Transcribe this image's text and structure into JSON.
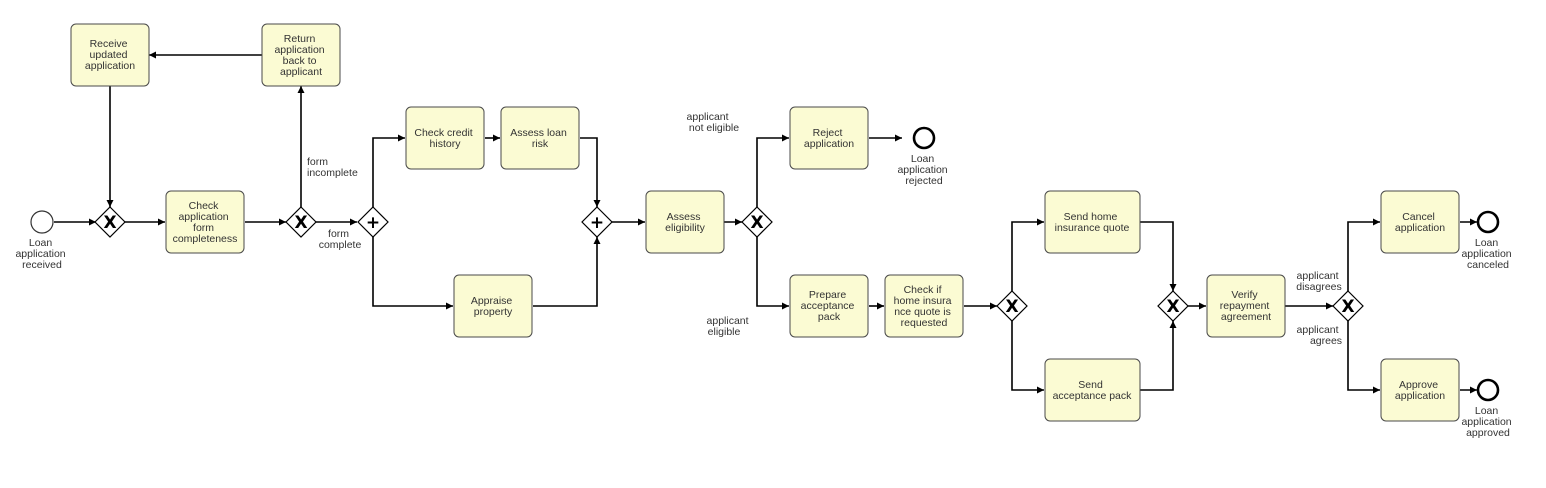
{
  "tasks": {
    "receive_updated": [
      "Receive",
      "updated",
      "application"
    ],
    "return_application": [
      "Return",
      "application",
      "back to",
      "applicant"
    ],
    "check_completeness": [
      "Check",
      "application",
      "form",
      "completeness"
    ],
    "check_credit": [
      "Check credit",
      "history"
    ],
    "assess_risk": [
      "Assess loan",
      "risk"
    ],
    "appraise_property": [
      "Appraise",
      "property"
    ],
    "assess_eligibility": [
      "Assess",
      "eligibility"
    ],
    "reject_application": [
      "Reject",
      "application"
    ],
    "prepare_pack": [
      "Prepare",
      "acceptance",
      "pack"
    ],
    "check_insurance": [
      "Check if",
      "home insura",
      "nce quote is",
      "requested"
    ],
    "send_insurance": [
      "Send home",
      "insurance quote"
    ],
    "send_pack": [
      "Send",
      "acceptance pack"
    ],
    "verify_repayment": [
      "Verify",
      "repayment",
      "agreement"
    ],
    "cancel_application": [
      "Cancel",
      "application"
    ],
    "approve_application": [
      "Approve",
      "application"
    ]
  },
  "events": {
    "start": [
      "Loan",
      "application",
      "received"
    ],
    "rejected": [
      "Loan",
      "application",
      "rejected"
    ],
    "canceled": [
      "Loan",
      "application",
      "canceled"
    ],
    "approved": [
      "Loan",
      "application",
      "approved"
    ]
  },
  "flow_labels": {
    "form_incomplete": [
      "form",
      "incomplete"
    ],
    "form_complete": [
      "form",
      "complete"
    ],
    "not_eligible": [
      "applicant",
      "not eligible"
    ],
    "eligible": [
      "applicant",
      "eligible"
    ],
    "disagrees": [
      "applicant",
      "disagrees"
    ],
    "agrees": [
      "applicant",
      "agrees"
    ]
  },
  "gateway_symbols": {
    "exclusive": "X",
    "parallel": "+"
  }
}
